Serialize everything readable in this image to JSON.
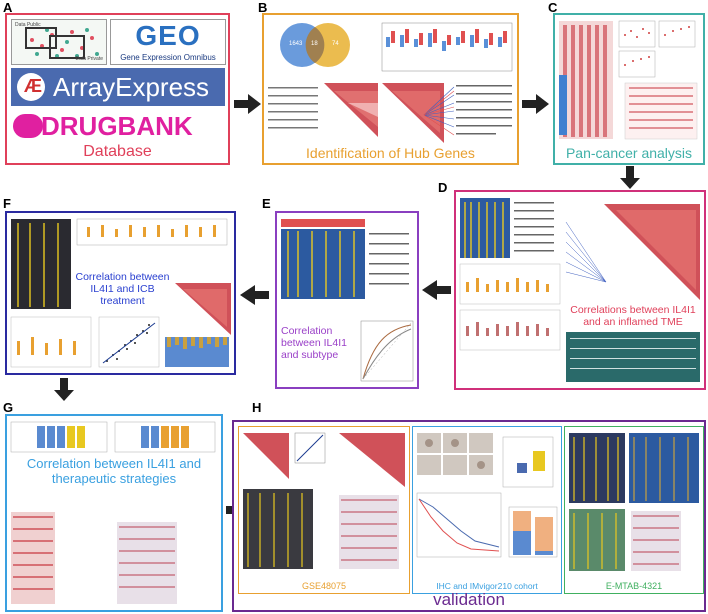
{
  "panels": {
    "A": {
      "label": "A",
      "caption": "Database",
      "border": "#e0405a",
      "caption_color": "#e0405a",
      "logos": {
        "geo_title": "GEO",
        "geo_sub": "Gene Expression Omnibus",
        "arrayexpress": "ArrayExpress",
        "drugbank": "DRUGBANK",
        "public": "Data Public",
        "private": "Data Private"
      }
    },
    "B": {
      "label": "B",
      "caption": "Identification of Hub Genes",
      "border": "#e8a030",
      "caption_color": "#e8a030",
      "venn": {
        "left_count": "1643",
        "mid_count": "18",
        "right_count": "74"
      }
    },
    "C": {
      "label": "C",
      "caption": "Pan-cancer analysis",
      "border": "#40b0a8",
      "caption_color": "#40b0a8"
    },
    "D": {
      "label": "D",
      "caption": "Correlations between IL4I1 and an inflamed TME",
      "border": "#d0307a",
      "caption_color": "#e0405a"
    },
    "E": {
      "label": "E",
      "caption": "Correlation between IL4I1 and subtype",
      "border": "#8a3fc0",
      "caption_color": "#9a40c8"
    },
    "F": {
      "label": "F",
      "caption": "Correlation between IL4I1 and ICB treatment",
      "border": "#2a2aa0",
      "caption_color": "#2a40d0"
    },
    "G": {
      "label": "G",
      "caption": "Correlation between IL4I1 and therapeutic strategies",
      "border": "#3aa0e0",
      "caption_color": "#3aa0e0"
    },
    "H": {
      "label": "H",
      "caption": "validation",
      "border": "#6a2a90",
      "caption_color": "#6a2a90",
      "sub": {
        "gse": "GSE48075",
        "ihc": "IHC and IMvigor210 cohort",
        "emtab": "E-MTAB-4321"
      }
    }
  },
  "colors": {
    "heat_red": "#c8323c",
    "heat_blue": "#2c5aa0",
    "heat_yellow": "#e8c820",
    "arrow": "#222222"
  }
}
